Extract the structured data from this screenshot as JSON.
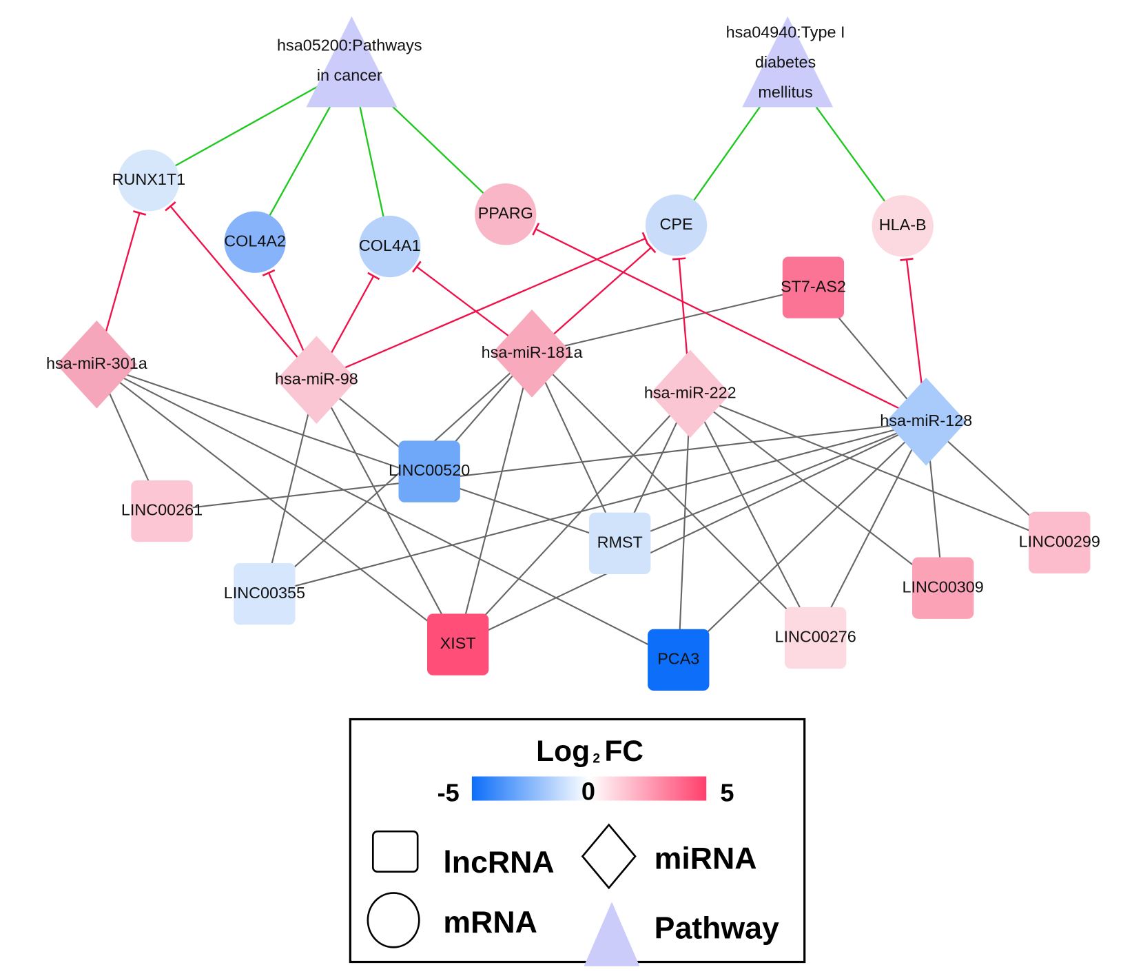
{
  "colors": {
    "pathway_edge": "#1ec81e",
    "inhibit_edge": "#f0104a",
    "interaction_edge": "#666666",
    "pathway_fill": "#ccccfa",
    "scale_min": "#0d6ef9",
    "scale_mid": "#ffffff",
    "scale_max": "#ff3f6c"
  },
  "nodes": [
    {
      "id": "p1",
      "type": "pathway",
      "lines": [
        "hsa05200:Pathways",
        "in cancer"
      ],
      "color": "#ccccfa"
    },
    {
      "id": "p2",
      "type": "pathway",
      "lines": [
        "hsa04940:Type I",
        "diabetes",
        "mellitus"
      ],
      "color": "#ccccfa"
    },
    {
      "id": "RUNX1T1",
      "type": "mRNA",
      "label": "RUNX1T1",
      "color": "#d6e6fb"
    },
    {
      "id": "COL4A2",
      "type": "mRNA",
      "label": "COL4A2",
      "color": "#86b3f9"
    },
    {
      "id": "COL4A1",
      "type": "mRNA",
      "label": "COL4A1",
      "color": "#b6d2fb"
    },
    {
      "id": "PPARG",
      "type": "mRNA",
      "label": "PPARG",
      "color": "#f8b6c6"
    },
    {
      "id": "CPE",
      "type": "mRNA",
      "label": "CPE",
      "color": "#c9ddfb"
    },
    {
      "id": "HLA-B",
      "type": "mRNA",
      "label": "HLA-B",
      "color": "#fcd8e0"
    },
    {
      "id": "miR-301a",
      "type": "miRNA",
      "label": "hsa-miR-301a",
      "color": "#f5a6ba"
    },
    {
      "id": "miR-98",
      "type": "miRNA",
      "label": "hsa-miR-98",
      "color": "#fac6d3"
    },
    {
      "id": "miR-181a",
      "type": "miRNA",
      "label": "hsa-miR-181a",
      "color": "#f8aabc"
    },
    {
      "id": "miR-222",
      "type": "miRNA",
      "label": "hsa-miR-222",
      "color": "#fac6d3"
    },
    {
      "id": "miR-128",
      "type": "miRNA",
      "label": "hsa-miR-128",
      "color": "#a8cbfb"
    },
    {
      "id": "ST7-AS2",
      "type": "lncRNA",
      "label": "ST7-AS2",
      "color": "#fb7495"
    },
    {
      "id": "LINC00520",
      "type": "lncRNA",
      "label": "LINC00520",
      "color": "#6fa8f9"
    },
    {
      "id": "LINC00261",
      "type": "lncRNA",
      "label": "LINC00261",
      "color": "#fcc6d4"
    },
    {
      "id": "RMST",
      "type": "lncRNA",
      "label": "RMST",
      "color": "#d1e2fb"
    },
    {
      "id": "LINC00355",
      "type": "lncRNA",
      "label": "LINC00355",
      "color": "#d6e6fc"
    },
    {
      "id": "XIST",
      "type": "lncRNA",
      "label": "XIST",
      "color": "#ff4f78"
    },
    {
      "id": "PCA3",
      "type": "lncRNA",
      "label": "PCA3",
      "color": "#0d6ef9"
    },
    {
      "id": "LINC00276",
      "type": "lncRNA",
      "label": "LINC00276",
      "color": "#fdd9e1"
    },
    {
      "id": "LINC00309",
      "type": "lncRNA",
      "label": "LINC00309",
      "color": "#fba2b7"
    },
    {
      "id": "LINC00299",
      "type": "lncRNA",
      "label": "LINC00299",
      "color": "#fdbccb"
    }
  ],
  "edges": {
    "pathway": [
      [
        "p1",
        "RUNX1T1"
      ],
      [
        "p1",
        "COL4A2"
      ],
      [
        "p1",
        "COL4A1"
      ],
      [
        "p1",
        "PPARG"
      ],
      [
        "p2",
        "CPE"
      ],
      [
        "p2",
        "HLA-B"
      ]
    ],
    "inhibition": [
      [
        "miR-301a",
        "RUNX1T1"
      ],
      [
        "miR-98",
        "RUNX1T1"
      ],
      [
        "miR-98",
        "COL4A2"
      ],
      [
        "miR-98",
        "COL4A1"
      ],
      [
        "miR-98",
        "CPE"
      ],
      [
        "miR-181a",
        "COL4A1"
      ],
      [
        "miR-181a",
        "CPE"
      ],
      [
        "miR-222",
        "CPE"
      ],
      [
        "miR-128",
        "HLA-B"
      ],
      [
        "miR-128",
        "PPARG"
      ]
    ],
    "interaction": [
      [
        "miR-301a",
        "LINC00261"
      ],
      [
        "miR-301a",
        "RMST"
      ],
      [
        "miR-301a",
        "XIST"
      ],
      [
        "miR-301a",
        "PCA3"
      ],
      [
        "miR-98",
        "LINC00520"
      ],
      [
        "miR-98",
        "LINC00355"
      ],
      [
        "miR-98",
        "XIST"
      ],
      [
        "miR-181a",
        "LINC00520"
      ],
      [
        "miR-181a",
        "LINC00355"
      ],
      [
        "miR-181a",
        "XIST"
      ],
      [
        "miR-181a",
        "RMST"
      ],
      [
        "miR-181a",
        "LINC00276"
      ],
      [
        "miR-181a",
        "ST7-AS2"
      ],
      [
        "ST7-AS2",
        "miR-128"
      ],
      [
        "miR-222",
        "XIST"
      ],
      [
        "miR-222",
        "RMST"
      ],
      [
        "miR-222",
        "PCA3"
      ],
      [
        "miR-222",
        "LINC00276"
      ],
      [
        "miR-222",
        "LINC00309"
      ],
      [
        "miR-222",
        "LINC00299"
      ],
      [
        "miR-128",
        "LINC00261"
      ],
      [
        "miR-128",
        "LINC00355"
      ],
      [
        "miR-128",
        "RMST"
      ],
      [
        "miR-128",
        "XIST"
      ],
      [
        "miR-128",
        "PCA3"
      ],
      [
        "miR-128",
        "LINC00276"
      ],
      [
        "miR-128",
        "LINC00309"
      ],
      [
        "miR-128",
        "LINC00299"
      ]
    ]
  },
  "legend": {
    "title_main": "Log",
    "title_sub": "2",
    "title_end": "FC",
    "scale_min": "-5",
    "scale_mid": "0",
    "scale_max": "5",
    "shapes": {
      "lncrna": "lncRNA",
      "mirna": "miRNA",
      "mrna": "mRNA",
      "pathway": "Pathway"
    }
  }
}
